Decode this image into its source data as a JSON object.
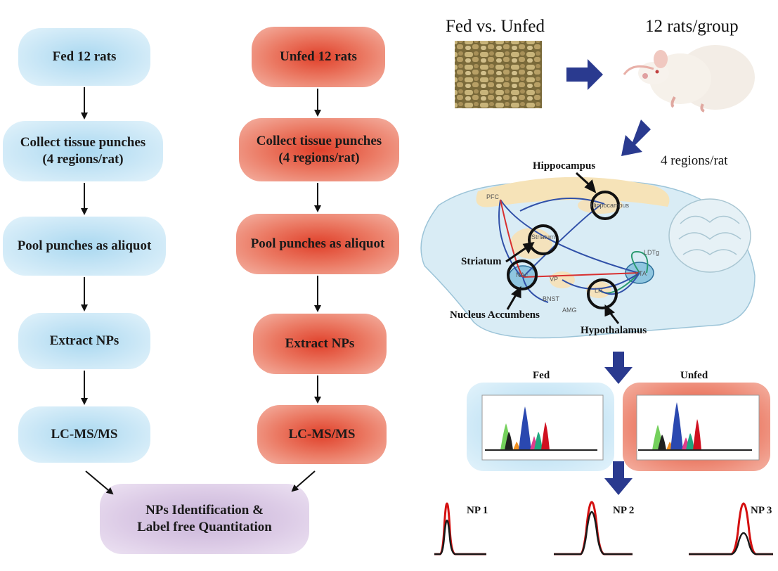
{
  "left_flow": {
    "fed_steps": [
      "Fed 12 rats",
      "Collect tissue punches\n(4 regions/rat)",
      "Pool punches as aliquot",
      "Extract NPs",
      "LC-MS/MS"
    ],
    "unfed_steps": [
      "Unfed 12 rats",
      "Collect tissue punches\n(4 regions/rat)",
      "Pool punches as aliquot",
      "Extract NPs",
      "LC-MS/MS"
    ],
    "final_step": "NPs Identification &\nLabel free Quantitation"
  },
  "right_panel": {
    "fed_vs_unfed": "Fed vs. Unfed",
    "rats_per_group": "12 rats/group",
    "regions_per_rat": "4 regions/rat",
    "brain_labels": {
      "hippocampus": "Hippocampus",
      "striatum": "Striatum",
      "nucleus_accumbens": "Nucleus Accumbens",
      "hypothalamus": "Hypothalamus"
    },
    "atlas_labels": {
      "pfc": "PFC",
      "hippocampus_small": "Hippocampus",
      "striatum_small": "Striatum",
      "vp": "VP",
      "nac": "NAc",
      "bnst": "BNST",
      "amg": "AMG",
      "lh": "LH",
      "vta": "VTA",
      "ldtg": "LDTg"
    },
    "fed_label": "Fed",
    "unfed_label": "Unfed",
    "np_labels": [
      "NP 1",
      "NP 2",
      "NP 3"
    ]
  },
  "colors": {
    "arrow_blue": "#2a3a8f",
    "trace_red": "#d41010",
    "trace_black": "#1a1a1a"
  }
}
